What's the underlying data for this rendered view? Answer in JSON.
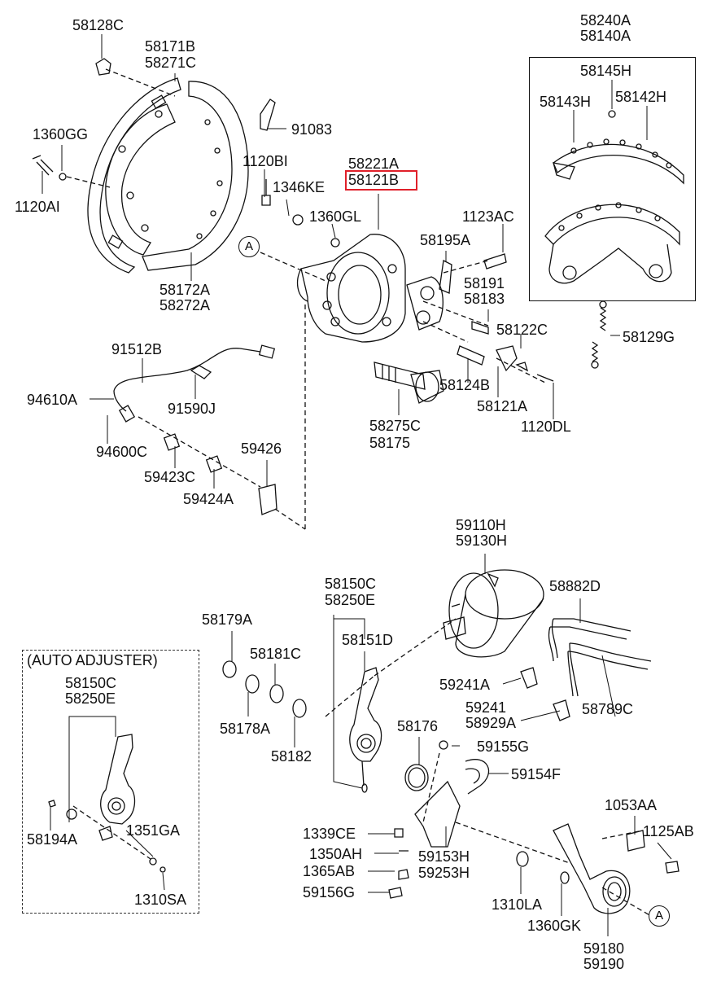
{
  "diagram": {
    "highlight_color": "#e0202a",
    "line_color": "#111111",
    "callouts": {
      "c58128C": "58128C",
      "c58171B": "58171B",
      "c58271C": "58271C",
      "c1360GG": "1360GG",
      "c1120AI": "1120AI",
      "c58172A": "58172A",
      "c58272A": "58272A",
      "c91083": "91083",
      "c1120BI": "1120BI",
      "c1346KE": "1346KE",
      "c1360GL": "1360GL",
      "c58221A": "58221A",
      "c58121B": "58121B",
      "c58240A": "58240A",
      "c58140A": "58140A",
      "c58145H": "58145H",
      "c58143H": "58143H",
      "c58142H": "58142H",
      "c1123AC": "1123AC",
      "c58195A": "58195A",
      "c58191": "58191",
      "c58183": "58183",
      "c58122C": "58122C",
      "c58129G": "58129G",
      "c58124B": "58124B",
      "c58121A": "58121A",
      "c1120DL": "1120DL",
      "c58275C": "58275C",
      "c58175": "58175",
      "c91512B": "91512B",
      "c94610A": "94610A",
      "c91590J": "91590J",
      "c94600C": "94600C",
      "c59426": "59426",
      "c59423C": "59423C",
      "c59424A": "59424A",
      "c59110H": "59110H",
      "c59130H": "59130H",
      "c58150C_top": "58150C",
      "c58250E_top": "58250E",
      "c58882D": "58882D",
      "c58179A": "58179A",
      "c58151D": "58151D",
      "c58181C": "58181C",
      "c59241A": "59241A",
      "c59241": "59241",
      "c58929A": "58929A",
      "c58789C": "58789C",
      "c58178A": "58178A",
      "c58182": "58182",
      "c58176": "58176",
      "c59155G": "59155G",
      "c59154F": "59154F",
      "c1053AA": "1053AA",
      "c1125AB": "1125AB",
      "c1339CE": "1339CE",
      "c1350AH": "1350AH",
      "c1365AB": "1365AB",
      "c59156G": "59156G",
      "c59153H": "59153H",
      "c59253H": "59253H",
      "c1310LA": "1310LA",
      "c1360GK": "1360GK",
      "c59180": "59180",
      "c59190": "59190",
      "auto_title": "(AUTO ADJUSTER)",
      "c58150C_auto": "58150C",
      "c58250E_auto": "58250E",
      "c58194A": "58194A",
      "c1351GA": "1351GA",
      "c1310SA": "1310SA"
    },
    "ref_markers": {
      "a_upper": "A",
      "a_lower": "A"
    }
  }
}
